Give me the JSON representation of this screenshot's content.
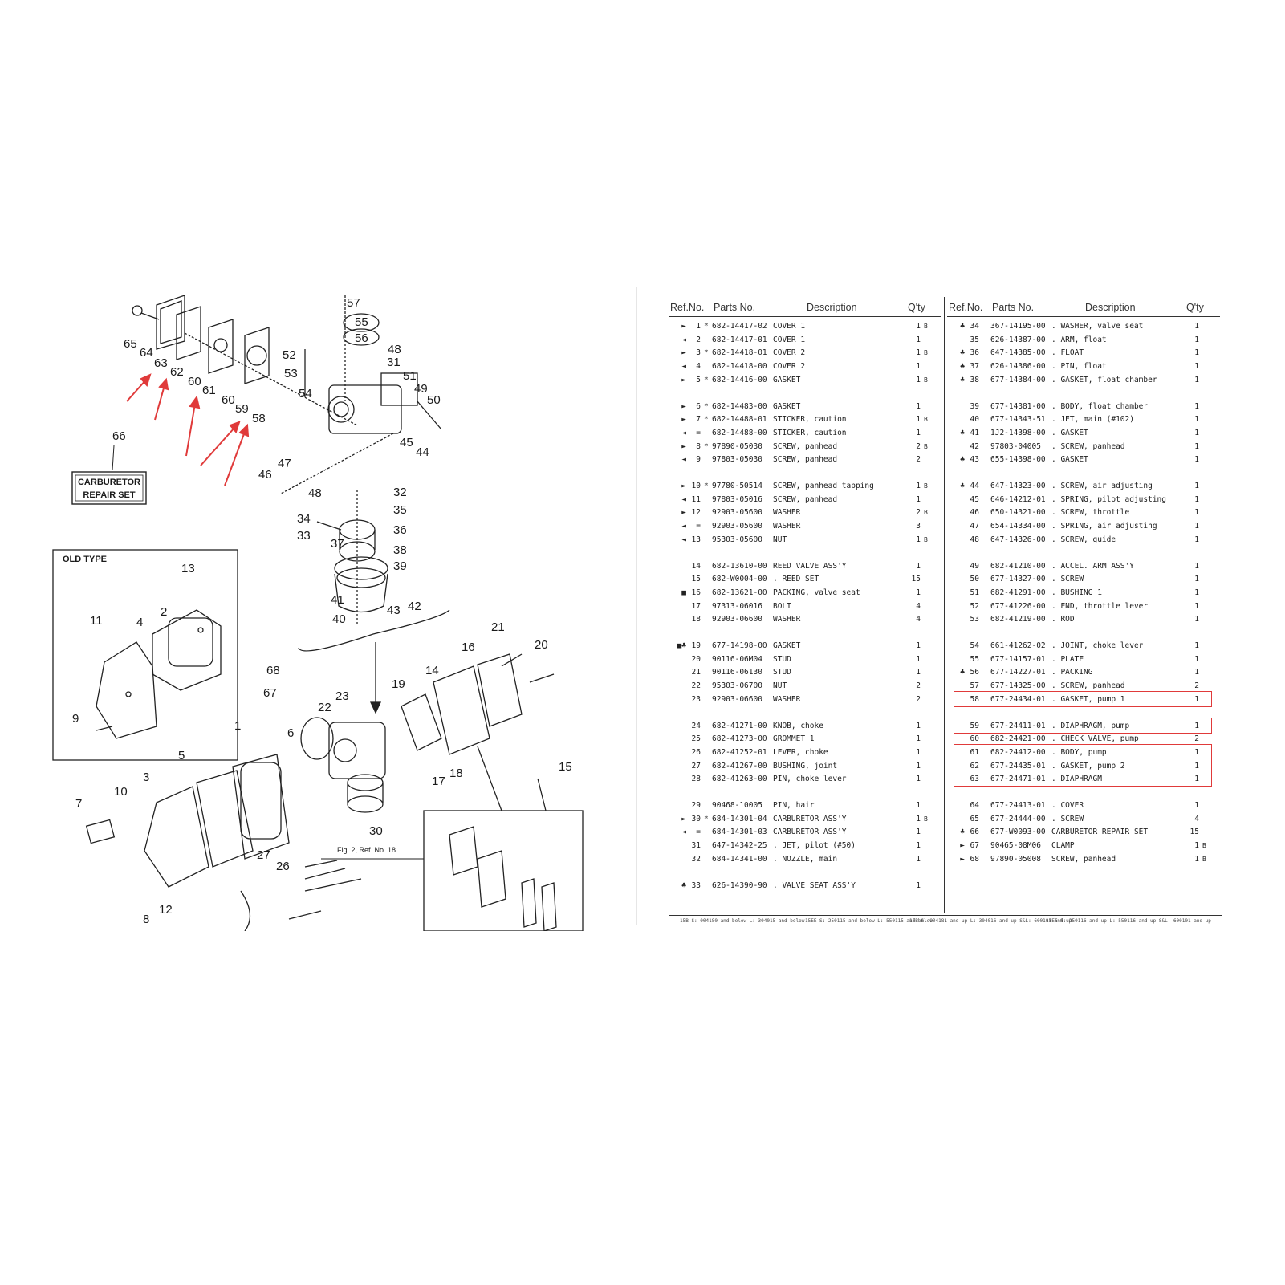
{
  "diagram": {
    "callouts": [
      "57",
      "55",
      "56",
      "65",
      "64",
      "63",
      "62",
      "60",
      "61",
      "60",
      "59",
      "58",
      "52",
      "53",
      "48",
      "31",
      "51",
      "49",
      "50",
      "54",
      "45",
      "44",
      "47",
      "46",
      "48",
      "32",
      "35",
      "34",
      "33",
      "37",
      "36",
      "38",
      "39",
      "41",
      "40",
      "43",
      "42",
      "66",
      "13",
      "11",
      "4",
      "2",
      "9",
      "21",
      "20",
      "16",
      "14",
      "68",
      "67",
      "22",
      "23",
      "19",
      "6",
      "1",
      "5",
      "3",
      "7",
      "10",
      "27",
      "26",
      "8",
      "12",
      "17",
      "18",
      "30",
      "15"
    ],
    "repair_set_line1": "CARBURETOR",
    "repair_set_line2": "REPAIR SET",
    "old_type_label": "OLD TYPE",
    "fig_ref": "Fig. 2, Ref. No. 18",
    "arrow_color": "#e03a3a"
  },
  "table": {
    "headers": {
      "ref": "Ref.No.",
      "parts_no": "Parts No.",
      "description": "Description",
      "qty": "Q'ty"
    },
    "highlight_color": "#e03a3a",
    "left_rows": [
      {
        "mark": "►",
        "ref": "1",
        "star": "*",
        "pn": "682-14417-02",
        "desc": "COVER 1",
        "qty": "1",
        "note": "B"
      },
      {
        "mark": "◄",
        "ref": "2",
        "star": "",
        "pn": "682-14417-01",
        "desc": "COVER 1",
        "qty": "1",
        "note": ""
      },
      {
        "mark": "►",
        "ref": "3",
        "star": "*",
        "pn": "682-14418-01",
        "desc": "COVER 2",
        "qty": "1",
        "note": "B"
      },
      {
        "mark": "◄",
        "ref": "4",
        "star": "",
        "pn": "682-14418-00",
        "desc": "COVER 2",
        "qty": "1",
        "note": ""
      },
      {
        "mark": "►",
        "ref": "5",
        "star": "*",
        "pn": "682-14416-00",
        "desc": "GASKET",
        "qty": "1",
        "note": "B"
      },
      {
        "mark": "►",
        "ref": "6",
        "star": "*",
        "pn": "682-14483-00",
        "desc": "GASKET",
        "qty": "1",
        "note": ""
      },
      {
        "mark": "►",
        "ref": "7",
        "star": "*",
        "pn": "682-14488-01",
        "desc": "STICKER, caution",
        "qty": "1",
        "note": "B"
      },
      {
        "mark": "◄",
        "ref": "=",
        "star": "",
        "pn": "682-14488-00",
        "desc": "STICKER, caution",
        "qty": "1",
        "note": ""
      },
      {
        "mark": "►",
        "ref": "8",
        "star": "*",
        "pn": "97890-05030",
        "desc": "SCREW, panhead",
        "qty": "2",
        "note": "B"
      },
      {
        "mark": "◄",
        "ref": "9",
        "star": "",
        "pn": "97803-05030",
        "desc": "SCREW, panhead",
        "qty": "2",
        "note": ""
      },
      {
        "mark": "►",
        "ref": "10",
        "star": "*",
        "pn": "97780-50514",
        "desc": "SCREW, panhead tapping",
        "qty": "1",
        "note": "B"
      },
      {
        "mark": "◄",
        "ref": "11",
        "star": "",
        "pn": "97803-05016",
        "desc": "SCREW, panhead",
        "qty": "1",
        "note": ""
      },
      {
        "mark": "►",
        "ref": "12",
        "star": "",
        "pn": "92903-05600",
        "desc": "WASHER",
        "qty": "2",
        "note": "B"
      },
      {
        "mark": "◄",
        "ref": "=",
        "star": "",
        "pn": "92903-05600",
        "desc": "WASHER",
        "qty": "3",
        "note": ""
      },
      {
        "mark": "◄",
        "ref": "13",
        "star": "",
        "pn": "95303-05600",
        "desc": "NUT",
        "qty": "1",
        "note": "B"
      },
      {
        "mark": "",
        "ref": "14",
        "star": "",
        "pn": "682-13610-00",
        "desc": "REED VALVE ASS'Y",
        "qty": "1",
        "note": ""
      },
      {
        "mark": "",
        "ref": "15",
        "star": "",
        "pn": "682-W0004-00",
        "desc": ". REED SET",
        "qty": "15",
        "note": ""
      },
      {
        "mark": "■",
        "ref": "16",
        "star": "",
        "pn": "682-13621-00",
        "desc": "PACKING, valve seat",
        "qty": "1",
        "note": ""
      },
      {
        "mark": "",
        "ref": "17",
        "star": "",
        "pn": "97313-06016",
        "desc": "BOLT",
        "qty": "4",
        "note": ""
      },
      {
        "mark": "",
        "ref": "18",
        "star": "",
        "pn": "92903-06600",
        "desc": "WASHER",
        "qty": "4",
        "note": ""
      },
      {
        "mark": "■♣",
        "ref": "19",
        "star": "",
        "pn": "677-14198-00",
        "desc": "GASKET",
        "qty": "1",
        "note": ""
      },
      {
        "mark": "",
        "ref": "20",
        "star": "",
        "pn": "90116-06M04",
        "desc": "STUD",
        "qty": "1",
        "note": ""
      },
      {
        "mark": "",
        "ref": "21",
        "star": "",
        "pn": "90116-06130",
        "desc": "STUD",
        "qty": "1",
        "note": ""
      },
      {
        "mark": "",
        "ref": "22",
        "star": "",
        "pn": "95303-06700",
        "desc": "NUT",
        "qty": "2",
        "note": ""
      },
      {
        "mark": "",
        "ref": "23",
        "star": "",
        "pn": "92903-06600",
        "desc": "WASHER",
        "qty": "2",
        "note": ""
      },
      {
        "mark": "",
        "ref": "24",
        "star": "",
        "pn": "682-41271-00",
        "desc": "KNOB, choke",
        "qty": "1",
        "note": ""
      },
      {
        "mark": "",
        "ref": "25",
        "star": "",
        "pn": "682-41273-00",
        "desc": "GROMMET 1",
        "qty": "1",
        "note": ""
      },
      {
        "mark": "",
        "ref": "26",
        "star": "",
        "pn": "682-41252-01",
        "desc": "LEVER, choke",
        "qty": "1",
        "note": ""
      },
      {
        "mark": "",
        "ref": "27",
        "star": "",
        "pn": "682-41267-00",
        "desc": "BUSHING, joint",
        "qty": "1",
        "note": ""
      },
      {
        "mark": "",
        "ref": "28",
        "star": "",
        "pn": "682-41263-00",
        "desc": "PIN, choke lever",
        "qty": "1",
        "note": ""
      },
      {
        "mark": "",
        "ref": "29",
        "star": "",
        "pn": "90468-10005",
        "desc": "PIN, hair",
        "qty": "1",
        "note": ""
      },
      {
        "mark": "►",
        "ref": "30",
        "star": "*",
        "pn": "684-14301-04",
        "desc": "CARBURETOR ASS'Y",
        "qty": "1",
        "note": "B"
      },
      {
        "mark": "◄",
        "ref": "=",
        "star": "",
        "pn": "684-14301-03",
        "desc": "CARBURETOR ASS'Y",
        "qty": "1",
        "note": ""
      },
      {
        "mark": "",
        "ref": "31",
        "star": "",
        "pn": "647-14342-25",
        "desc": ". JET, pilot (#50)",
        "qty": "1",
        "note": ""
      },
      {
        "mark": "",
        "ref": "32",
        "star": "",
        "pn": "684-14341-00",
        "desc": ". NOZZLE, main",
        "qty": "1",
        "note": ""
      },
      {
        "mark": "♣",
        "ref": "33",
        "star": "",
        "pn": "626-14390-90",
        "desc": ". VALVE SEAT ASS'Y",
        "qty": "1",
        "note": ""
      }
    ],
    "right_rows": [
      {
        "mark": "♣",
        "ref": "34",
        "pn": "367-14195-00",
        "desc": ". WASHER, valve seat",
        "qty": "1",
        "note": ""
      },
      {
        "mark": "",
        "ref": "35",
        "pn": "626-14387-00",
        "desc": ". ARM, float",
        "qty": "1",
        "note": ""
      },
      {
        "mark": "♣",
        "ref": "36",
        "pn": "647-14385-00",
        "desc": ". FLOAT",
        "qty": "1",
        "note": ""
      },
      {
        "mark": "♣",
        "ref": "37",
        "pn": "626-14386-00",
        "desc": ". PIN, float",
        "qty": "1",
        "note": ""
      },
      {
        "mark": "♣",
        "ref": "38",
        "pn": "677-14384-00",
        "desc": ". GASKET, float chamber",
        "qty": "1",
        "note": ""
      },
      {
        "mark": "",
        "ref": "39",
        "pn": "677-14381-00",
        "desc": ". BODY, float chamber",
        "qty": "1",
        "note": ""
      },
      {
        "mark": "",
        "ref": "40",
        "pn": "677-14343-51",
        "desc": ". JET, main (#102)",
        "qty": "1",
        "note": ""
      },
      {
        "mark": "♣",
        "ref": "41",
        "pn": "1J2-14398-00",
        "desc": ". GASKET",
        "qty": "1",
        "note": ""
      },
      {
        "mark": "",
        "ref": "42",
        "pn": "97803-04005",
        "desc": ". SCREW, panhead",
        "qty": "1",
        "note": ""
      },
      {
        "mark": "♣",
        "ref": "43",
        "pn": "655-14398-00",
        "desc": ". GASKET",
        "qty": "1",
        "note": ""
      },
      {
        "mark": "♣",
        "ref": "44",
        "pn": "647-14323-00",
        "desc": ". SCREW, air adjusting",
        "qty": "1",
        "note": ""
      },
      {
        "mark": "",
        "ref": "45",
        "pn": "646-14212-01",
        "desc": ". SPRING, pilot adjusting",
        "qty": "1",
        "note": ""
      },
      {
        "mark": "",
        "ref": "46",
        "pn": "650-14321-00",
        "desc": ". SCREW, throttle",
        "qty": "1",
        "note": ""
      },
      {
        "mark": "",
        "ref": "47",
        "pn": "654-14334-00",
        "desc": ". SPRING, air adjusting",
        "qty": "1",
        "note": ""
      },
      {
        "mark": "",
        "ref": "48",
        "pn": "647-14326-00",
        "desc": ". SCREW, guide",
        "qty": "1",
        "note": ""
      },
      {
        "mark": "",
        "ref": "49",
        "pn": "682-41210-00",
        "desc": ". ACCEL. ARM ASS'Y",
        "qty": "1",
        "note": ""
      },
      {
        "mark": "",
        "ref": "50",
        "pn": "677-14327-00",
        "desc": ". SCREW",
        "qty": "1",
        "note": ""
      },
      {
        "mark": "",
        "ref": "51",
        "pn": "682-41291-00",
        "desc": ". BUSHING 1",
        "qty": "1",
        "note": ""
      },
      {
        "mark": "",
        "ref": "52",
        "pn": "677-41226-00",
        "desc": ". END, throttle lever",
        "qty": "1",
        "note": ""
      },
      {
        "mark": "",
        "ref": "53",
        "pn": "682-41219-00",
        "desc": ". ROD",
        "qty": "1",
        "note": ""
      },
      {
        "mark": "",
        "ref": "54",
        "pn": "661-41262-02",
        "desc": ". JOINT, choke lever",
        "qty": "1",
        "note": ""
      },
      {
        "mark": "",
        "ref": "55",
        "pn": "677-14157-01",
        "desc": ". PLATE",
        "qty": "1",
        "note": ""
      },
      {
        "mark": "♣",
        "ref": "56",
        "pn": "677-14227-01",
        "desc": ". PACKING",
        "qty": "1",
        "note": ""
      },
      {
        "mark": "",
        "ref": "57",
        "pn": "677-14325-00",
        "desc": ". SCREW, panhead",
        "qty": "2",
        "note": ""
      },
      {
        "mark": "",
        "ref": "58",
        "pn": "677-24434-01",
        "desc": ". GASKET, pump 1",
        "qty": "1",
        "note": ""
      },
      {
        "mark": "",
        "ref": "59",
        "pn": "677-24411-01",
        "desc": ". DIAPHRAGM, pump",
        "qty": "1",
        "note": ""
      },
      {
        "mark": "",
        "ref": "60",
        "pn": "682-24421-00",
        "desc": ". CHECK VALVE, pump",
        "qty": "2",
        "note": ""
      },
      {
        "mark": "",
        "ref": "61",
        "pn": "682-24412-00",
        "desc": ". BODY, pump",
        "qty": "1",
        "note": ""
      },
      {
        "mark": "",
        "ref": "62",
        "pn": "677-24435-01",
        "desc": ". GASKET, pump 2",
        "qty": "1",
        "note": ""
      },
      {
        "mark": "",
        "ref": "63",
        "pn": "677-24471-01",
        "desc": ". DIAPHRAGM",
        "qty": "1",
        "note": ""
      },
      {
        "mark": "",
        "ref": "64",
        "pn": "677-24413-01",
        "desc": ". COVER",
        "qty": "1",
        "note": ""
      },
      {
        "mark": "",
        "ref": "65",
        "pn": "677-24444-00",
        "desc": ". SCREW",
        "qty": "4",
        "note": ""
      },
      {
        "mark": "♣",
        "ref": "66",
        "pn": "677-W0093-00",
        "desc": "CARBURETOR REPAIR SET",
        "qty": "15",
        "note": ""
      },
      {
        "mark": "►",
        "ref": "67",
        "pn": "90465-08M06",
        "desc": "CLAMP",
        "qty": "1",
        "note": "B"
      },
      {
        "mark": "►",
        "ref": "68",
        "pn": "97890-05008",
        "desc": "SCREW, panhead",
        "qty": "1",
        "note": "B"
      }
    ],
    "footnotes": [
      "15B  S: 004180 and below  L: 304015 and below",
      "15EE  S: 250115 and below  L: 550115 and below",
      "15B  S: 004181 and up  L: 304016 and up  S&L: 600101 and up",
      "15EE  S: 250116 and up  L: 550116 and up  S&L: 600101 and up"
    ]
  }
}
